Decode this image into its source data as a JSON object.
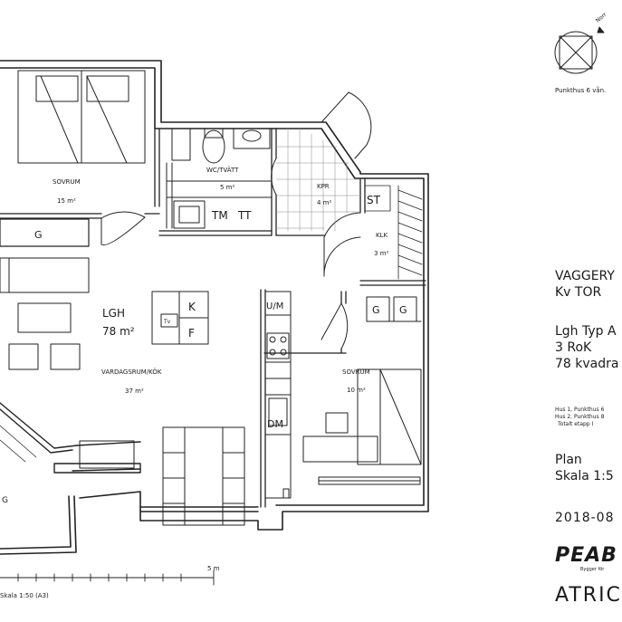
{
  "compass": {
    "north_label": "Norr",
    "caption": "Punkthus 6 vån."
  },
  "rooms": {
    "bedroom1": {
      "name": "SOVRUM",
      "area": "15 m²"
    },
    "laundry": {
      "name": "WC/TVÄTT",
      "area": "5 m²"
    },
    "hall": {
      "name": "KPR",
      "area": "4 m²"
    },
    "closet": {
      "name": "KLK",
      "area": "3 m²"
    },
    "living": {
      "name": "VARDAGSRUM/KÖK",
      "area": "37 m²"
    },
    "bedroom2": {
      "name": "SOVRUM",
      "area": "10 m²"
    },
    "balcony": {
      "name": "G"
    }
  },
  "symbols": {
    "g1": "G",
    "g2": "G",
    "g3": "G",
    "st": "ST",
    "tm": "TM",
    "tt": "TT",
    "k": "K",
    "f": "F",
    "tv": "Tv",
    "um": "U/M",
    "dm": "DM"
  },
  "apartment": {
    "label": "LGH",
    "area": "78 m²"
  },
  "scale_bar": {
    "end_label": "5 m",
    "caption": "Skala 1:50 (A3)"
  },
  "info": {
    "project": "VAGGERY",
    "block": "Kv TOR",
    "type": "Lgh Typ A",
    "rooms": "3 RoK",
    "size": "78 kvadra",
    "house1": "Hus 1, Punkthus 6",
    "house2": "Hus 2, Punkthus 8",
    "stage": "Totalt etapp I",
    "view": "Plan",
    "scale": "Skala 1:5",
    "date": "2018-08"
  },
  "brand": {
    "logo": "PEAB",
    "tagline": "Bygger för",
    "partner": "ATRIC"
  }
}
